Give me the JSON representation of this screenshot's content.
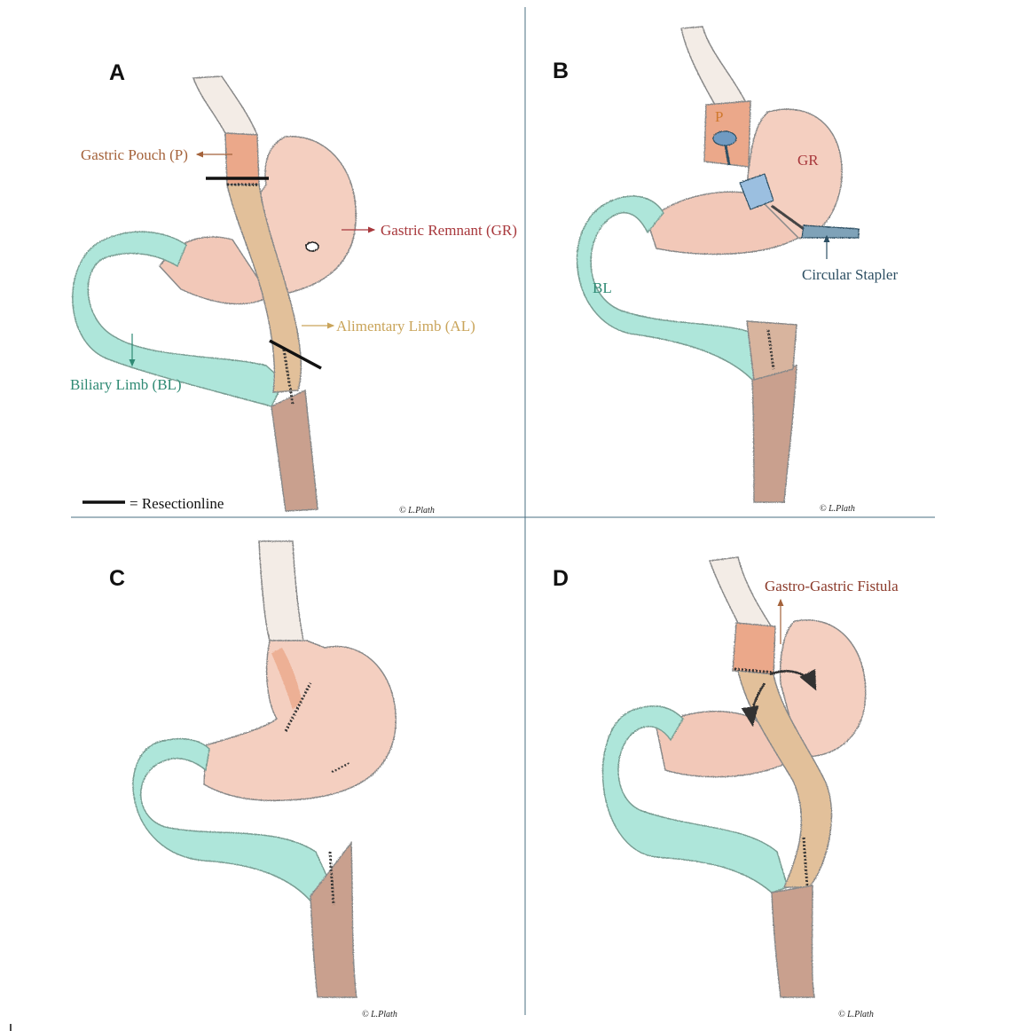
{
  "panels": {
    "a": {
      "letter": "A",
      "labels": {
        "gastric_pouch": "Gastric Pouch (P)",
        "gastric_remnant": "Gastric Remnant (GR)",
        "alimentary_limb": "Alimentary Limb (AL)",
        "biliary_limb": "Biliary Limb (BL)"
      },
      "legend": "= Resectionline",
      "copyright": "© L.Plath"
    },
    "b": {
      "letter": "B",
      "labels": {
        "pouch": "P",
        "remnant": "GR",
        "biliary": "BL",
        "stapler": "Circular Stapler"
      },
      "copyright": "© L.Plath"
    },
    "c": {
      "letter": "C",
      "copyright": "© L.Plath"
    },
    "d": {
      "letter": "D",
      "labels": {
        "fistula": "Gastro-Gastric Fistula"
      },
      "copyright": "© L.Plath"
    }
  },
  "colors": {
    "stomach": "#f4cfc0",
    "pouch": "#eba88a",
    "biliary": "#aee6da",
    "alimentary": "#e2c09a",
    "intestine": "#c9a08e",
    "label_brown": "#a4623a",
    "label_red": "#a8383c",
    "label_gold": "#c9a45a",
    "label_green": "#2f8a74",
    "label_blue": "#2d4f63",
    "label_orange": "#d0792e",
    "divider": "#4a6f82",
    "device_blue": "#6f9bc2"
  }
}
